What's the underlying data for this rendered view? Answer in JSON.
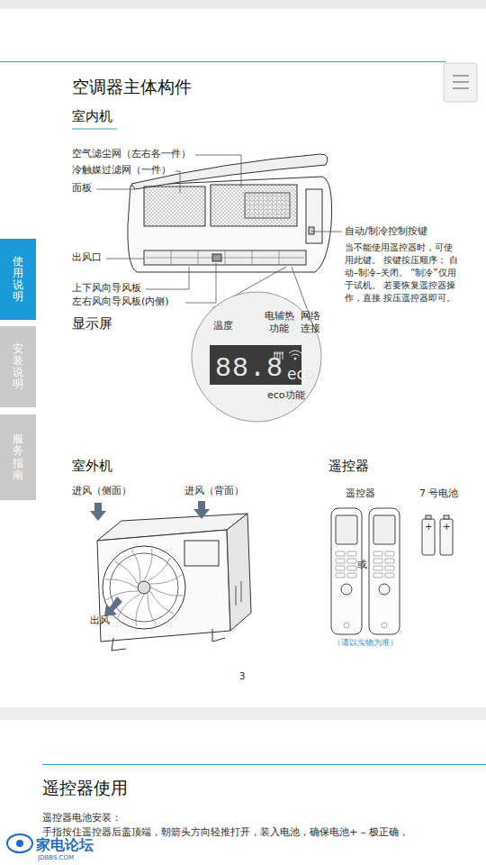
{
  "diagram": {
    "title": "空调器主体构件",
    "nodes": [
      {
        "text": [
          "使用说明"
        ]
      },
      {
        "text": [
          "安装说明"
        ]
      },
      {
        "text": [
          "服务指南"
        ]
      },
      {
        "text": [
          "88.8",
          "eco"
        ]
      }
    ],
    "edges": [],
    "labels": [
      "室内机",
      "空气滤尘网（左右各一件）",
      "冷触媒过滤网（一件）",
      "面板",
      "出风口",
      "上下风向导风板",
      "左右风向导风板(内侧)",
      "显示屏",
      "温度",
      "电辅热功能",
      "网络连接",
      "eco功能",
      "自动/制冷控制按键",
      "当不能使用遥控器时，可使 用此键。 按键按压顺序； 自动–制冷–关闭。 “制冷”仅用于试机。 若要恢复遥控器操作，直接 按压遥控器即可。",
      "室外机",
      "进风（侧面）",
      "进风（背面）",
      "出风",
      "遥控器",
      "遥控器",
      "7 号电池",
      "或",
      "+",
      "+",
      "（请以实物为准）",
      "3",
      "遥控器使用",
      "遥控器电池安装：",
      "手指按住遥控器后盖顶端，朝箭头方向轻推打开，装入电池，确保电池+ – 极正确，",
      "家电论坛",
      "JDBBS.COM"
    ]
  }
}
